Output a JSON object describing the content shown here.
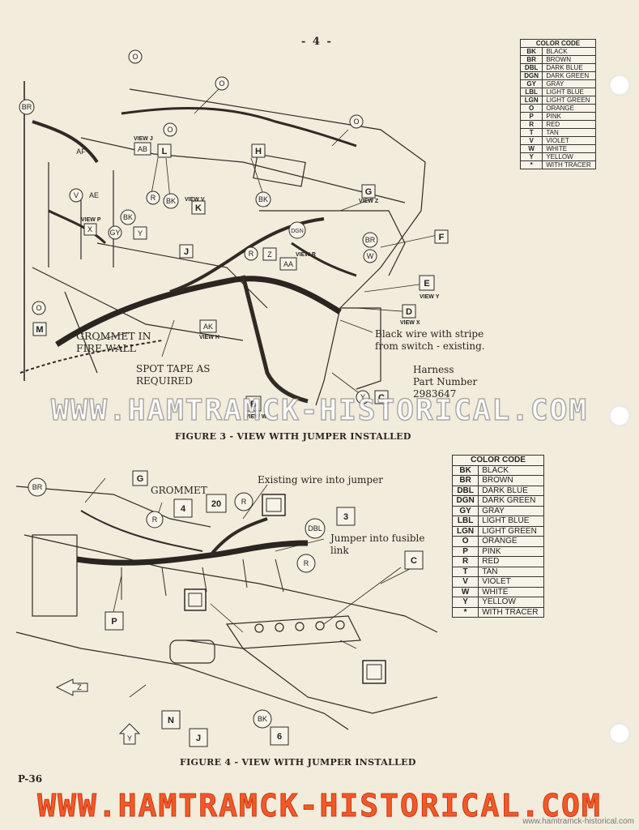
{
  "page_number": "- 4 -",
  "color_code_title": "COLOR CODE",
  "color_code": [
    {
      "code": "BK",
      "color": "BLACK"
    },
    {
      "code": "BR",
      "color": "BROWN"
    },
    {
      "code": "DBL",
      "color": "DARK BLUE"
    },
    {
      "code": "DGN",
      "color": "DARK GREEN"
    },
    {
      "code": "GY",
      "color": "GRAY"
    },
    {
      "code": "LBL",
      "color": "LIGHT BLUE"
    },
    {
      "code": "LGN",
      "color": "LIGHT GREEN"
    },
    {
      "code": "O",
      "color": "ORANGE"
    },
    {
      "code": "P",
      "color": "PINK"
    },
    {
      "code": "R",
      "color": "RED"
    },
    {
      "code": "T",
      "color": "TAN"
    },
    {
      "code": "V",
      "color": "VIOLET"
    },
    {
      "code": "W",
      "color": "WHITE"
    },
    {
      "code": "Y",
      "color": "YELLOW"
    },
    {
      "code": "*",
      "color": "WITH TRACER"
    }
  ],
  "figure3": {
    "caption": "FIGURE 3 - VIEW WITH JUMPER INSTALLED",
    "callouts": {
      "grommet": "GROMMET IN\nFIRE WALL",
      "spot_tape": "SPOT TAPE AS\nREQUIRED",
      "black_wire": "Black wire with stripe\nfrom switch - existing.",
      "harness": "Harness\nPart Number\n2983647"
    },
    "labels": [
      "O",
      "O",
      "O",
      "O",
      "O",
      "D",
      "BR",
      "AF",
      "AB",
      "L",
      "H",
      "G",
      "F",
      "V",
      "AE",
      "BK",
      "R",
      "BK",
      "K",
      "BK",
      "DGN",
      "Z",
      "AA",
      "BR",
      "W",
      "E",
      "X",
      "GY",
      "Y",
      "J",
      "R",
      "AK",
      "D",
      "B",
      "Y",
      "C",
      "R",
      "M"
    ],
    "views": [
      "VIEW J",
      "VIEW V",
      "VIEW P",
      "VIEW Z",
      "VIEW R",
      "VIEW Y",
      "VIEW X",
      "VIEW H",
      "VIEW W"
    ]
  },
  "figure4": {
    "caption": "FIGURE 4 - VIEW WITH JUMPER INSTALLED",
    "callouts": {
      "grommet": "GROMMET",
      "existing_wire": "Existing wire into jumper",
      "jumper_link": "Jumper into fusible\nlink"
    },
    "labels": [
      "G",
      "BR",
      "R",
      "4",
      "20",
      "R",
      "DBL",
      "3",
      "R",
      "C",
      "P",
      "N",
      "J",
      "BK",
      "6",
      "Z",
      "Y"
    ]
  },
  "footer_id": "P-36",
  "watermark": "WWW.HAMTRAMCK-HISTORICAL.COM",
  "site_small": "www.hamtramck-historical.com"
}
